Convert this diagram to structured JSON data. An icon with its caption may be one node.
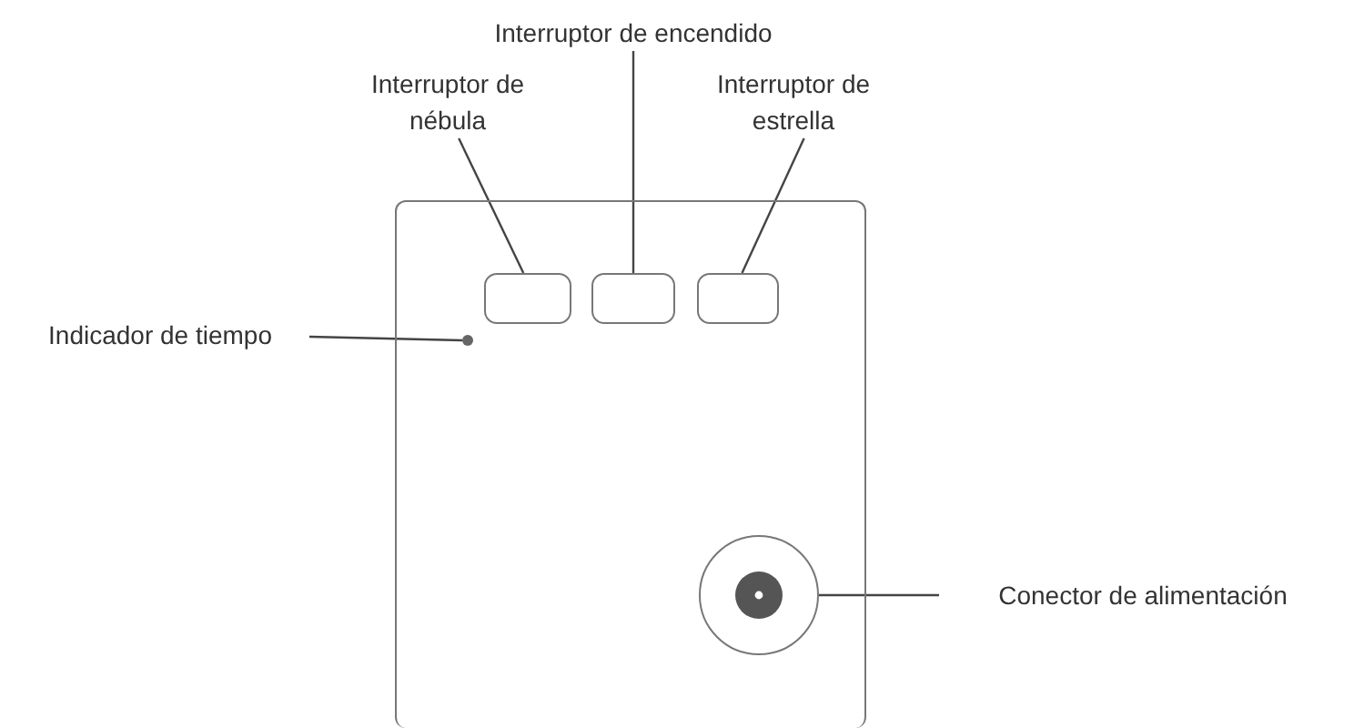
{
  "diagram": {
    "nodes": [
      {
        "text": [],
        "shape": "box"
      },
      {
        "text": [
          "Interruptor de nébula"
        ]
      },
      {
        "text": [
          "Interruptor de encendido"
        ]
      },
      {
        "text": [
          "Interruptor de estrella"
        ]
      },
      {
        "text": [
          "Indicador de tiempo"
        ]
      },
      {
        "text": [
          "Conector de alimentación"
        ]
      },
      {
        "text": [],
        "shape": "box",
        "in": 0
      },
      {
        "text": [],
        "shape": "box",
        "in": 0
      },
      {
        "text": [],
        "shape": "box",
        "in": 0
      },
      {
        "text": [],
        "shape": "circle",
        "in": 0
      },
      {
        "text": [],
        "shape": "circle",
        "in": 0
      }
    ],
    "edges": [
      {
        "from": 1,
        "to": 6,
        "arrow": "none"
      },
      {
        "from": 2,
        "to": 7,
        "arrow": "none"
      },
      {
        "from": 3,
        "to": 8,
        "arrow": "none"
      },
      {
        "from": 4,
        "to": 9,
        "arrow": "none"
      },
      {
        "from": 5,
        "to": 10,
        "arrow": "none"
      }
    ]
  }
}
